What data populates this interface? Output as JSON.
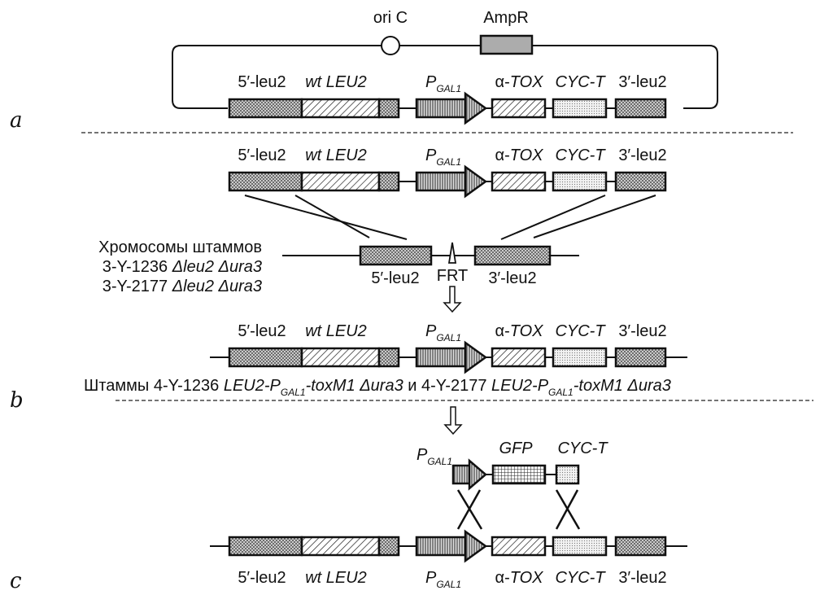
{
  "panel_labels": {
    "a": "a",
    "b": "b",
    "c": "c"
  },
  "plasmid": {
    "ori_label": "ori C",
    "amp_label": "AmpR"
  },
  "cassette_labels": {
    "leu5": "5′-leu2",
    "wt": "wt",
    "leu2": "LEU2",
    "p": "P",
    "gal1": "GAL1",
    "alpha": "α-",
    "tox": "TOX",
    "cyct": "CYC-T",
    "leu3": "3′-leu2"
  },
  "chromosome": {
    "title": "Хромосомы штаммов",
    "strain1_id": "3-Y-1236",
    "strain2_id": "3-Y-2177",
    "del_leu2": "Δleu2",
    "del_ura3": "Δura3",
    "left_label": "5′-leu2",
    "frt_label": "FRT",
    "right_label": "3′-leu2"
  },
  "strains_caption": {
    "prefix": "Штаммы",
    "strain1": "4-Y-1236",
    "genotype_a": "LEU2-P",
    "genotype_sub": "GAL1",
    "genotype_b": "-toxM1",
    "ura": "Δura3",
    "and": "и",
    "strain2": "4-Y-2177"
  },
  "insert": {
    "p": "P",
    "gal1": "GAL1",
    "gfp": "GFP",
    "cyct": "CYC-T"
  },
  "pattern_colors": {
    "leu_fill": "#cfcfcf",
    "wt_fill": "#ffffff",
    "promoter_fill": "#d9d9d9",
    "cyct_fill": "#ececec",
    "amp_fill": "#bdbdbd"
  }
}
